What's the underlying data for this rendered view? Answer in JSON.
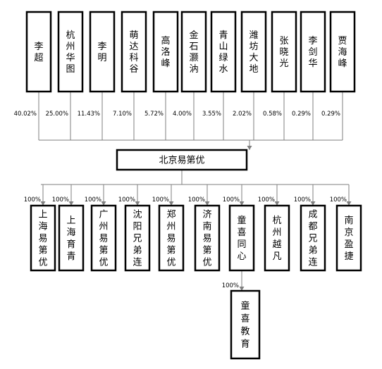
{
  "shareholders": [
    {
      "name": "李超",
      "pct": "40.02%"
    },
    {
      "name": "杭州华图",
      "pct": "25.00%"
    },
    {
      "name": "李明",
      "pct": "11.43%"
    },
    {
      "name": "萌达科谷",
      "pct": "7.10%"
    },
    {
      "name": "高洛峰",
      "pct": "5.72%"
    },
    {
      "name": "金石灏汭",
      "pct": "4.00%"
    },
    {
      "name": "青山绿水",
      "pct": "3.55%"
    },
    {
      "name": "潍坊大地",
      "pct": "2.02%"
    },
    {
      "name": "张晓光",
      "pct": "0.58%"
    },
    {
      "name": "李剑华",
      "pct": "0.29%"
    },
    {
      "name": "贾海峰",
      "pct": "0.29%"
    }
  ],
  "company": {
    "name": "北京易第优"
  },
  "subsidiaries": [
    {
      "name": "上海易第优",
      "pct": "100%"
    },
    {
      "name": "上海育青",
      "pct": "100%"
    },
    {
      "name": "广州易第优",
      "pct": "100%"
    },
    {
      "name": "沈阳兄弟连",
      "pct": "100%"
    },
    {
      "name": "郑州易第优",
      "pct": "100%"
    },
    {
      "name": "济南易第优",
      "pct": "100%"
    },
    {
      "name": "童喜同心",
      "pct": "100%"
    },
    {
      "name": "杭州越凡",
      "pct": "100%"
    },
    {
      "name": "成都兄弟连",
      "pct": "100%"
    },
    {
      "name": "南京盈捷",
      "pct": "100%"
    }
  ],
  "grandchild": {
    "name": "童喜教育",
    "pct": "100%"
  }
}
